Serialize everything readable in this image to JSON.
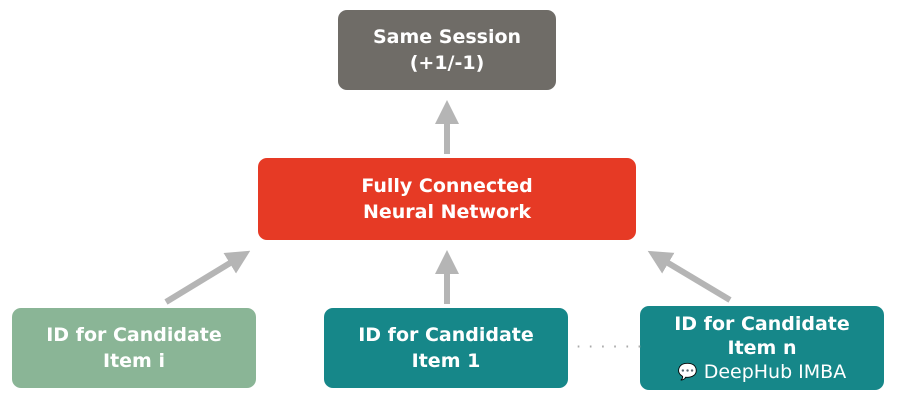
{
  "nodes": {
    "output": {
      "line1": "Same Session",
      "line2": "(+1/-1)"
    },
    "network": {
      "line1": "Fully Connected",
      "line2": "Neural Network"
    },
    "inputs": [
      {
        "line1": "ID for Candidate",
        "line2": "Item i"
      },
      {
        "line1": "ID for Candidate",
        "line2": "Item 1"
      },
      {
        "line1": "ID for Candidate",
        "line2": "Item n"
      }
    ]
  },
  "ellipsis": "· · · · · ·",
  "watermark": "DeepHub IMBA",
  "colors": {
    "output": "#6f6c67",
    "network": "#e63a25",
    "input_i": "#8ab596",
    "input": "#168789",
    "arrow": "#b5b5b5"
  }
}
